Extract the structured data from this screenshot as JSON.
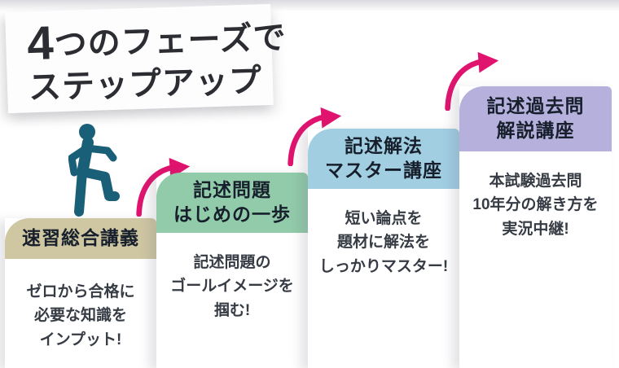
{
  "title": {
    "big_digit": "4",
    "line1_rest": "つのフェーズで",
    "line2": "ステップアップ"
  },
  "colors": {
    "arrow_pink": "#e0136f",
    "person_teal": "#1a5f78",
    "header_text": "#161f2b",
    "body_text": "#363b44",
    "step1_header_bg": "#cfc7a2",
    "step2_header_bg": "#92cbaa",
    "step3_header_bg": "#a2cee2",
    "step4_header_bg": "#b5b0dc"
  },
  "steps": [
    {
      "header_lines": [
        "速習総合講義"
      ],
      "body_lines": [
        "ゼロから合格に",
        "必要な知識を",
        "インプット!"
      ]
    },
    {
      "header_lines": [
        "記述問題",
        "はじめの一歩"
      ],
      "body_lines": [
        "記述問題の",
        "ゴールイメージを",
        "掴む!"
      ]
    },
    {
      "header_lines": [
        "記述解法",
        "マスター講座"
      ],
      "body_lines": [
        "短い論点を",
        "題材に解法を",
        "しっかりマスター!"
      ]
    },
    {
      "header_lines": [
        "記述過去問",
        "解説講座"
      ],
      "body_lines": [
        "本試験過去問",
        "10年分の解き方を",
        "実況中継!"
      ]
    }
  ]
}
